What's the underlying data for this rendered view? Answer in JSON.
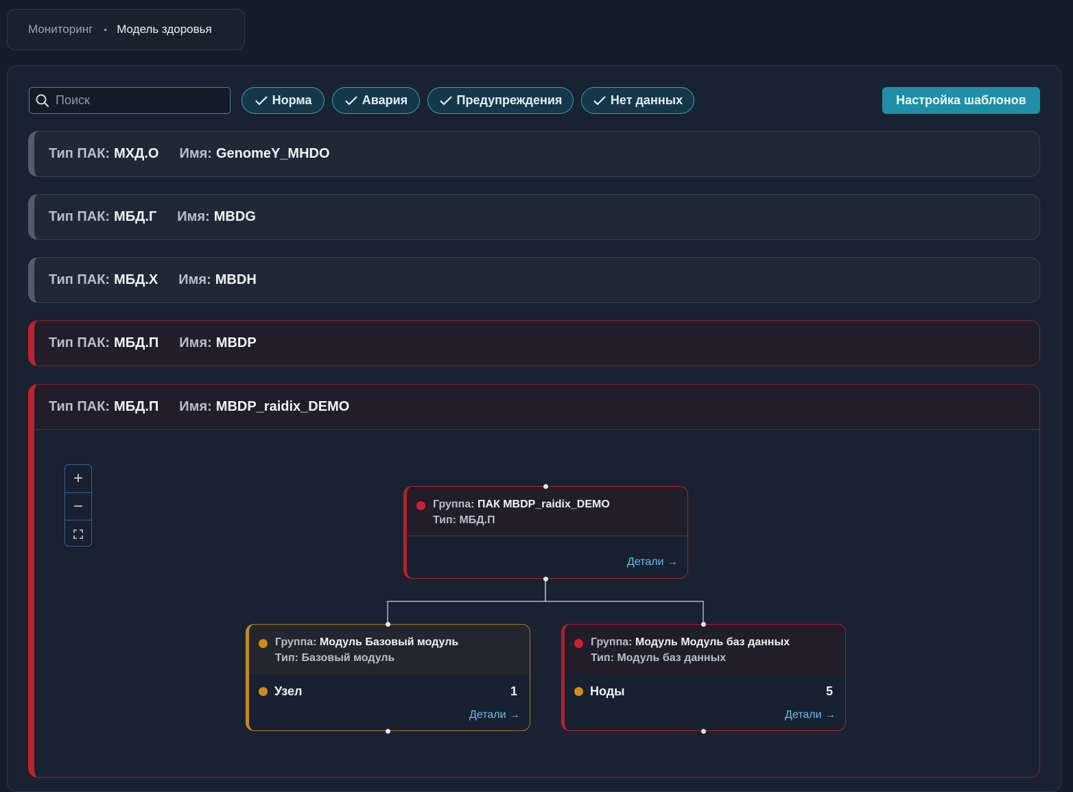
{
  "breadcrumb": {
    "items": [
      "Мониторинг",
      "Модель здоровья"
    ],
    "separator": "•"
  },
  "toolbar": {
    "search_placeholder": "Поиск",
    "filters": [
      {
        "label": "Норма",
        "checked": true
      },
      {
        "label": "Авария",
        "checked": true
      },
      {
        "label": "Предупреждения",
        "checked": true
      },
      {
        "label": "Нет данных",
        "checked": true
      }
    ],
    "templates_button": "Настройка шаблонов"
  },
  "labels": {
    "type": "Тип ПАК:",
    "name": "Имя:"
  },
  "pak_list": [
    {
      "type": "МХД.О",
      "name": "GenomeY_MHDO",
      "status": "no-data"
    },
    {
      "type": "МБД.Г",
      "name": "MBDG",
      "status": "no-data"
    },
    {
      "type": "МБД.Х",
      "name": "MBDH",
      "status": "no-data"
    },
    {
      "type": "МБД.П",
      "name": "MBDP",
      "status": "alarm"
    }
  ],
  "expanded_pak": {
    "type": "МБД.П",
    "name": "MBDP_raidix_DEMO",
    "status": "alarm",
    "zoom_controls": [
      "+",
      "−",
      "⛶"
    ],
    "nodes": {
      "root": {
        "group_label": "Группа:",
        "group_value": "ПАК MBDP_raidix_DEMO",
        "type_label": "Тип:",
        "type_value": "МБД.П",
        "status_color": "#d21f2b",
        "details": "Детали →"
      },
      "left": {
        "group_label": "Группа:",
        "group_value": "Модуль Базовый модуль",
        "type_label": "Тип:",
        "type_value": "Базовый модуль",
        "status_color": "#d38b17",
        "metric_name": "Узел",
        "metric_value": "1",
        "details": "Детали →"
      },
      "right": {
        "group_label": "Группа:",
        "group_value": "Модуль Модуль баз данных",
        "type_label": "Тип:",
        "type_value": "Модуль баз данных",
        "status_color": "#d21f2b",
        "metric_name": "Ноды",
        "metric_value": "5",
        "details": "Детали →"
      }
    }
  },
  "colors": {
    "accent": "#1e8fa6",
    "alarm": "#bd2429",
    "warning": "#d38b17",
    "no_data": "#525c6b",
    "link": "#5fc3e3"
  }
}
